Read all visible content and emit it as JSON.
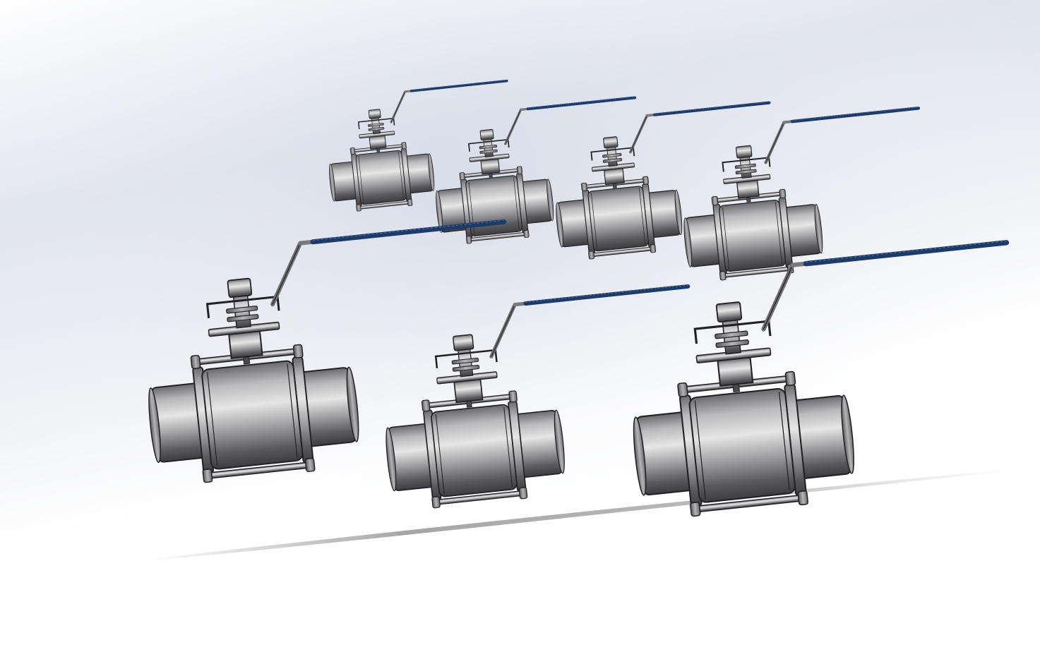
{
  "scene": {
    "background_top": "#d4dae8",
    "background_bottom": "#ffffff",
    "metal_dark": "#4a4a4e",
    "metal_mid": "#9a999b",
    "metal_light": "#dcdcdc",
    "outline": "#222226",
    "handle_grip": "#1e3a66"
  },
  "valves": [
    {
      "id": "valve-small-1",
      "size": "small"
    },
    {
      "id": "valve-small-2",
      "size": "small"
    },
    {
      "id": "valve-small-3",
      "size": "small"
    },
    {
      "id": "valve-small-4",
      "size": "small"
    },
    {
      "id": "valve-large-1",
      "size": "large"
    },
    {
      "id": "valve-large-2",
      "size": "large"
    },
    {
      "id": "valve-large-3",
      "size": "large"
    }
  ]
}
